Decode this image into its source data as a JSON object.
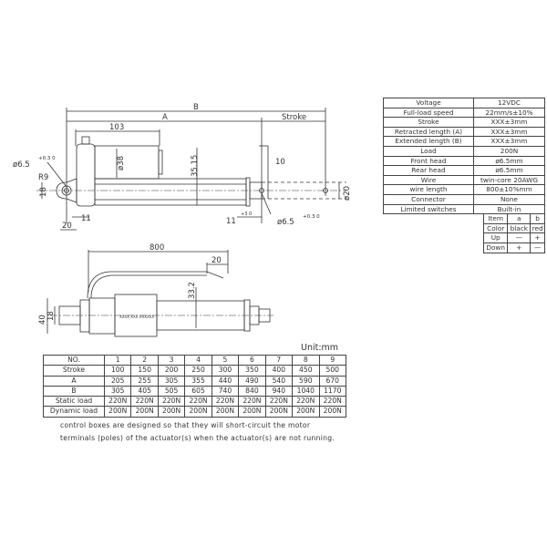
{
  "drawing": {
    "dimensions": {
      "B": "B",
      "A": "A",
      "stroke": "Stroke",
      "motor_length": "103",
      "motor_dia": "ø38",
      "height": "35.15",
      "rod_offset": "10",
      "rear_hole": "ø6.5",
      "rear_hole_tol": "+0.3 0",
      "radius": "R9",
      "rear_width": "18",
      "rear_depth": "11",
      "rear_offset": "20",
      "front_depth": "11",
      "front_depth_tol": "+3 0",
      "front_hole": "ø6.5",
      "front_hole_tol": "+0.3 0",
      "rod_dia": "ø20",
      "wire_length": "800",
      "wire_end": "20",
      "tube_height": "33.2",
      "side_height": "40",
      "side_width": "18"
    },
    "label_marks": "XXXX XXX XXXXXX"
  },
  "spec_table": [
    [
      "Voltage",
      "12VDC"
    ],
    [
      "Full-load speed",
      "22mm/s±10%"
    ],
    [
      "Stroke",
      "XXX±3mm"
    ],
    [
      "Retracted length (A)",
      "XXX±3mm"
    ],
    [
      "Extended length (B)",
      "XXX±3mm"
    ],
    [
      "Load",
      "200N"
    ],
    [
      "Front head",
      "ø6.5mm"
    ],
    [
      "Rear head",
      "ø6.5mm"
    ],
    [
      "Wire",
      "twin-core 20AWG"
    ],
    [
      "wire length",
      "800±10%mm"
    ],
    [
      "Connector",
      "None"
    ],
    [
      "Limited switches",
      "Built-in"
    ]
  ],
  "wiring_table": [
    [
      "Item",
      "a",
      "b"
    ],
    [
      "Color",
      "black",
      "red"
    ],
    [
      "Up",
      "—",
      "+"
    ],
    [
      "Down",
      "+",
      "—"
    ]
  ],
  "unit": "Unit:mm",
  "dims_table": [
    [
      "NO.",
      "1",
      "2",
      "3",
      "4",
      "5",
      "6",
      "7",
      "8",
      "9"
    ],
    [
      "Stroke",
      "100",
      "150",
      "200",
      "250",
      "300",
      "350",
      "400",
      "450",
      "500"
    ],
    [
      "A",
      "205",
      "255",
      "305",
      "355",
      "440",
      "490",
      "540",
      "590",
      "670"
    ],
    [
      "B",
      "305",
      "405",
      "505",
      "605",
      "740",
      "840",
      "940",
      "1040",
      "1170"
    ],
    [
      "Static load",
      "220N",
      "220N",
      "220N",
      "220N",
      "220N",
      "220N",
      "220N",
      "220N",
      "220N"
    ],
    [
      "Dynamic load",
      "200N",
      "200N",
      "200N",
      "200N",
      "200N",
      "200N",
      "200N",
      "200N",
      "200N"
    ]
  ],
  "notes": [
    "control boxes are designed so that they will short-circuit the motor",
    "terminals (poles) of the actuator(s) when the actuator(s) are not running."
  ]
}
